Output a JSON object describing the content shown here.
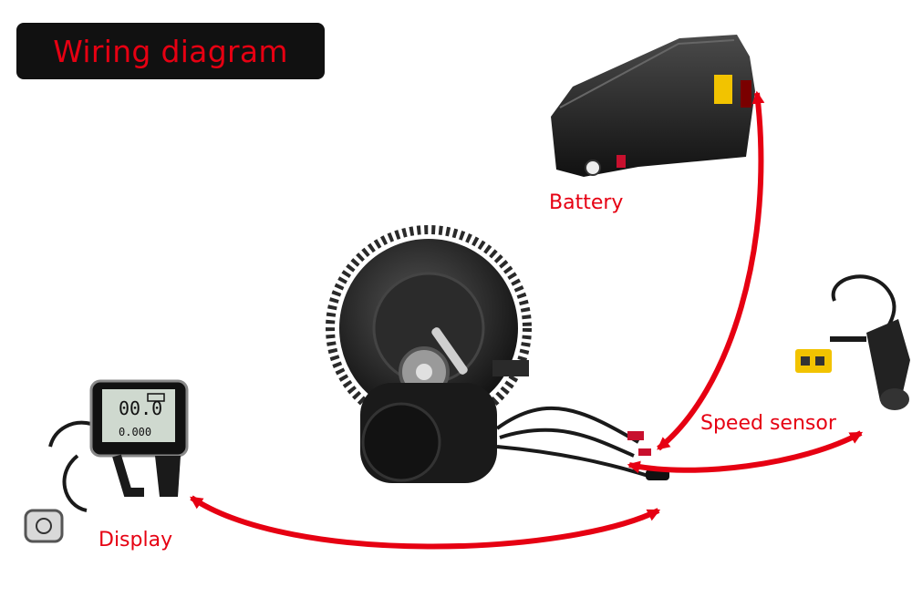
{
  "title": "Wiring diagram",
  "labels": {
    "battery": "Battery",
    "speed_sensor": "Speed sensor",
    "display": "Display"
  },
  "display_screen": {
    "speed": "00.0",
    "odometer": "0.000"
  },
  "colors": {
    "accent": "#e60012",
    "title_bg": "#111111",
    "component": "#1c1c1c",
    "connector": "#f2c300"
  },
  "components": [
    "battery-pack",
    "mid-drive-motor",
    "speed-sensor",
    "lcd-display"
  ]
}
